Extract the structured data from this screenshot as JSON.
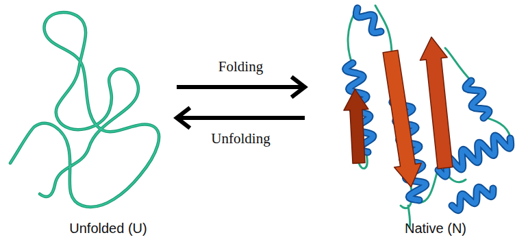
{
  "diagram": {
    "nodes": [
      {
        "text": [
          "Unfolded (U)"
        ]
      },
      {
        "text": [
          "Native (N)"
        ]
      }
    ],
    "edges": [
      {
        "from": 0,
        "to": 1,
        "arrow": "to",
        "label": "Folding"
      },
      {
        "from": 1,
        "to": 0,
        "arrow": "to",
        "label": "Unfolding"
      }
    ]
  }
}
